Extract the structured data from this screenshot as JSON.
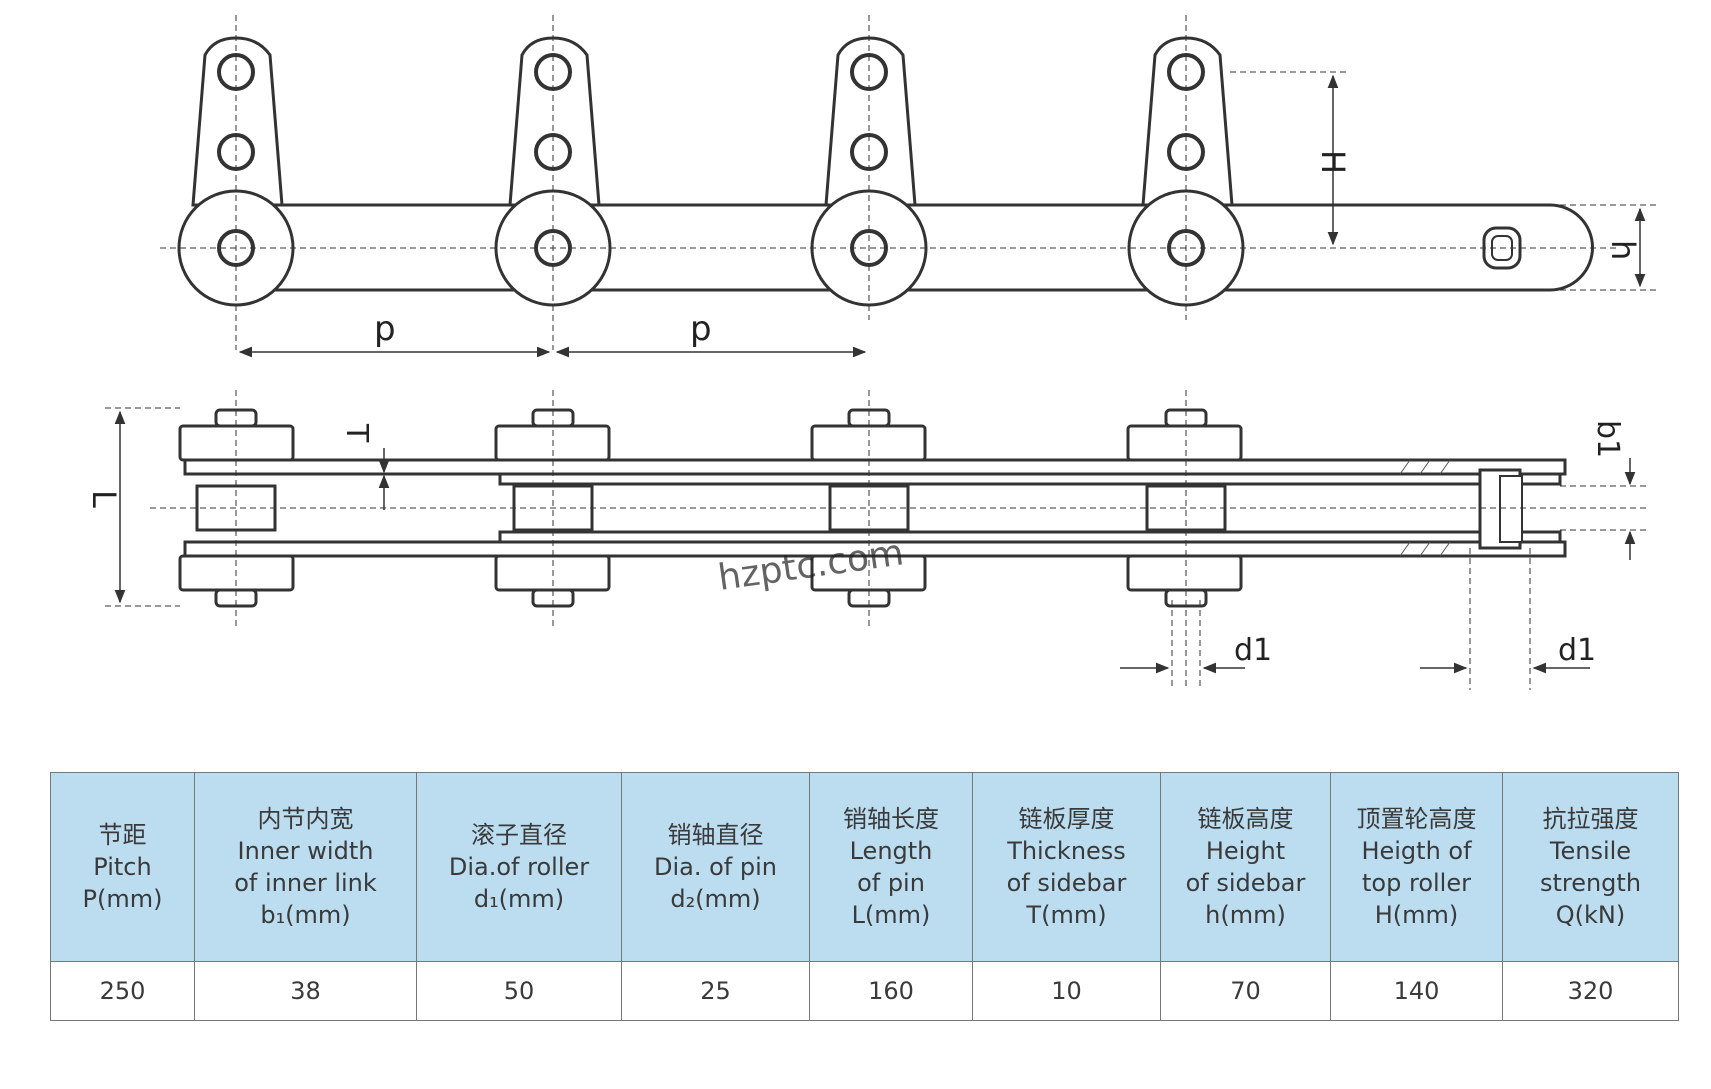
{
  "diagram": {
    "labels": {
      "pitch": "p",
      "top_roller_height": "H",
      "sidebar_height": "h",
      "pin_length": "L",
      "sidebar_thickness": "T",
      "inner_width": "b1",
      "roller_dia": "d1"
    },
    "watermark": "hzptc.com",
    "line_color": "#333333"
  },
  "table": {
    "header_color": "#bcdcf0",
    "columns": [
      {
        "zh": "节距",
        "en1": "Pitch",
        "en2": "P(mm)",
        "en3": ""
      },
      {
        "zh": "内节内宽",
        "en1": "Inner width",
        "en2": "of inner link",
        "en3": "b₁(mm)"
      },
      {
        "zh": "滚子直径",
        "en1": "Dia.of roller",
        "en2": "d₁(mm)",
        "en3": ""
      },
      {
        "zh": "销轴直径",
        "en1": "Dia. of pin",
        "en2": "d₂(mm)",
        "en3": ""
      },
      {
        "zh": "销轴长度",
        "en1": "Length",
        "en2": "of pin",
        "en3": "L(mm)"
      },
      {
        "zh": "链板厚度",
        "en1": "Thickness",
        "en2": "of sidebar",
        "en3": "T(mm)"
      },
      {
        "zh": "链板高度",
        "en1": "Height",
        "en2": "of sidebar",
        "en3": "h(mm)"
      },
      {
        "zh": "顶置轮高度",
        "en1": "Heigth of",
        "en2": "top roller",
        "en3": "H(mm)"
      },
      {
        "zh": "抗拉强度",
        "en1": "Tensile",
        "en2": "strength",
        "en3": "Q(kN)"
      }
    ],
    "values": [
      "250",
      "38",
      "50",
      "25",
      "160",
      "10",
      "70",
      "140",
      "320"
    ]
  }
}
